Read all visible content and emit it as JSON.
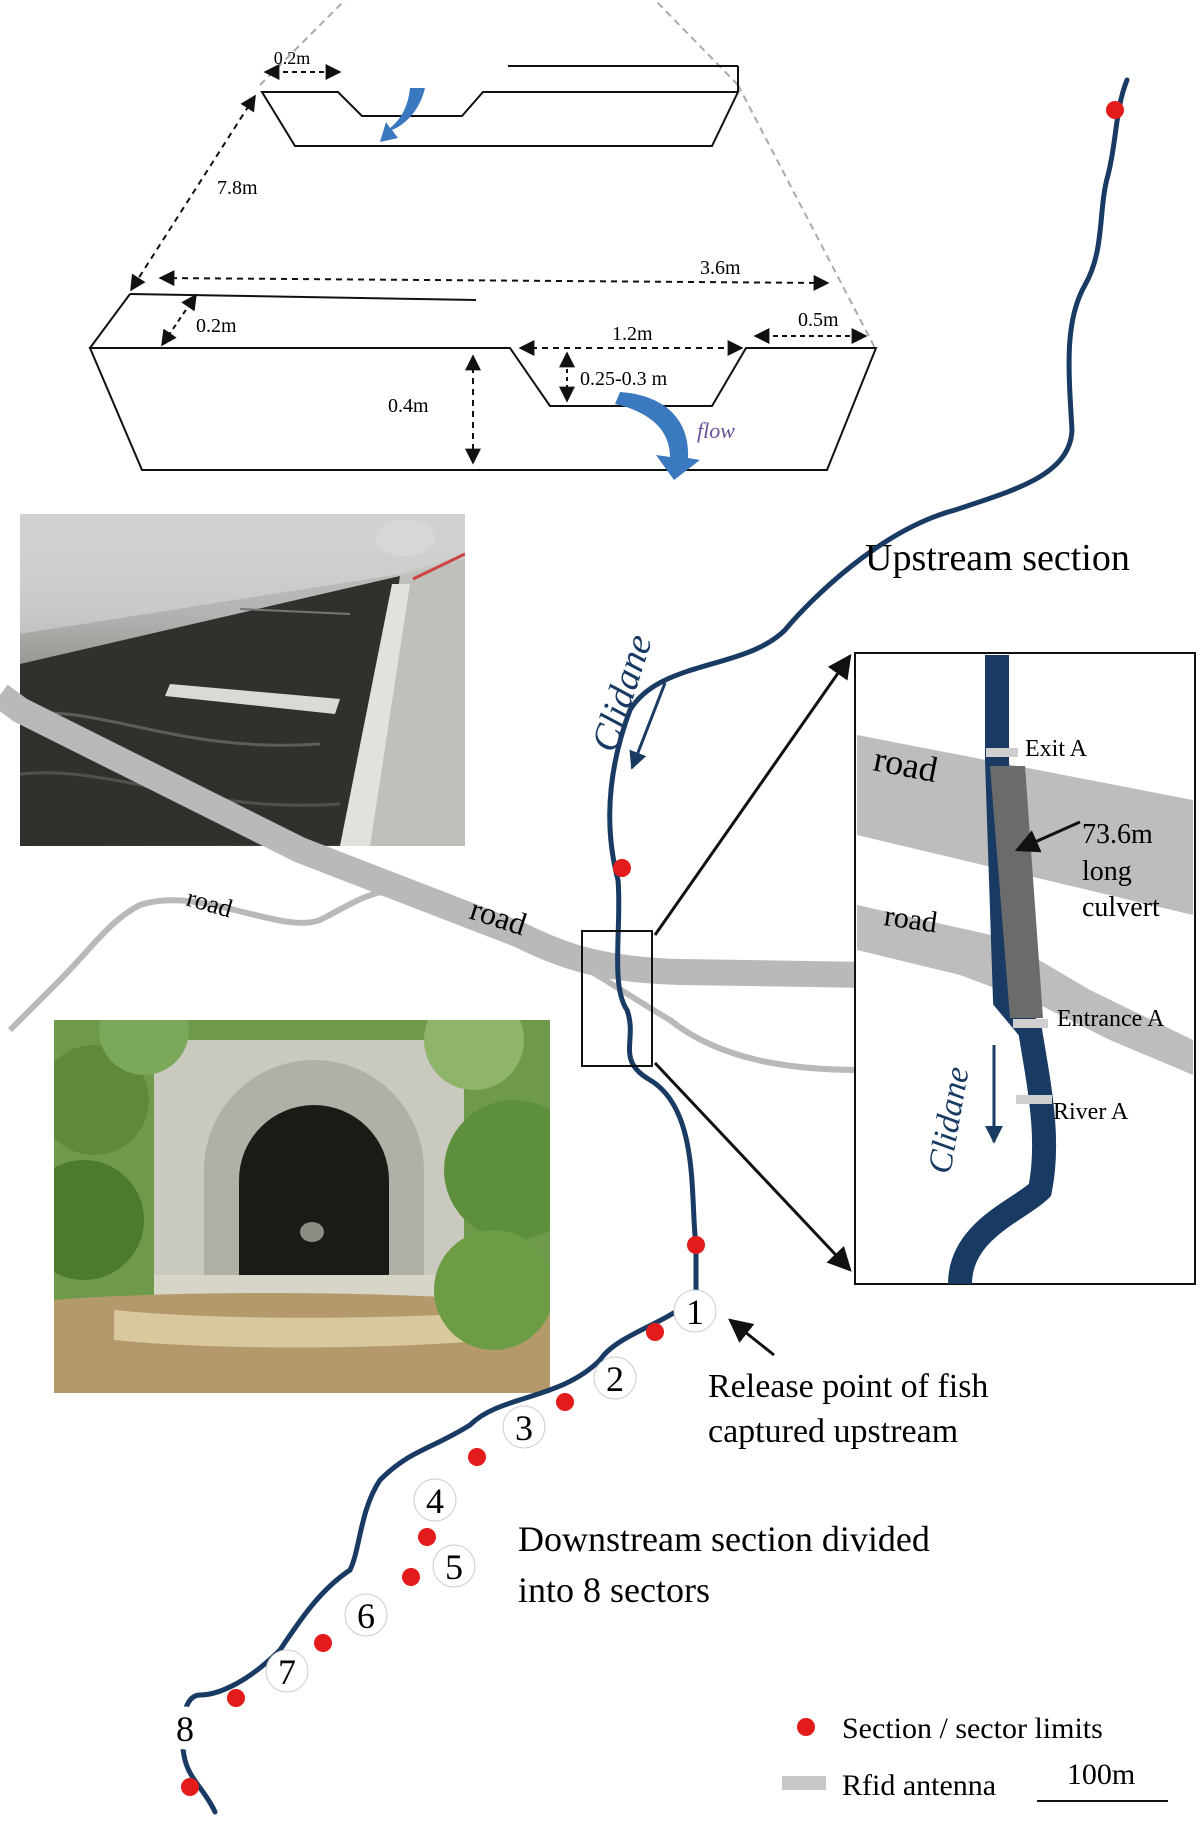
{
  "schematic": {
    "dims": {
      "top_notch_width": "0.2m",
      "diagonal_length": "7.8m",
      "width": "3.6m",
      "ledge_width": "0.2m",
      "channel_width": "1.2m",
      "side_width": "0.5m",
      "channel_depth": "0.25-0.3 m",
      "wall_height": "0.4m"
    },
    "flow_label": "flow"
  },
  "map": {
    "river_name": "Clidane",
    "road_label_1": "road",
    "road_label_2": "road",
    "upstream_label": "Upstream section",
    "release_label_line1": "Release point of fish",
    "release_label_line2": "captured upstream",
    "downstream_label_line1": "Downstream section divided",
    "downstream_label_line2": "into 8 sectors",
    "sectors": [
      "1",
      "2",
      "3",
      "4",
      "5",
      "6",
      "7",
      "8"
    ]
  },
  "inset": {
    "road_label_1": "road",
    "road_label_2": "road",
    "exit_label": "Exit A",
    "culvert_line1": "73.6m",
    "culvert_line2": "long",
    "culvert_line3": "culvert",
    "entrance_label": "Entrance A",
    "river_label": "River A",
    "river_name": "Clidane"
  },
  "legend": {
    "section_limits": "Section / sector limits",
    "rfid": "Rfid antenna",
    "scale": "100m"
  },
  "colors": {
    "river": "#183a63",
    "road": "#b9b9b9",
    "marker": "#e31b1b",
    "flow_arrow": "#3a78bf",
    "culvert": "#6b6b6b"
  }
}
